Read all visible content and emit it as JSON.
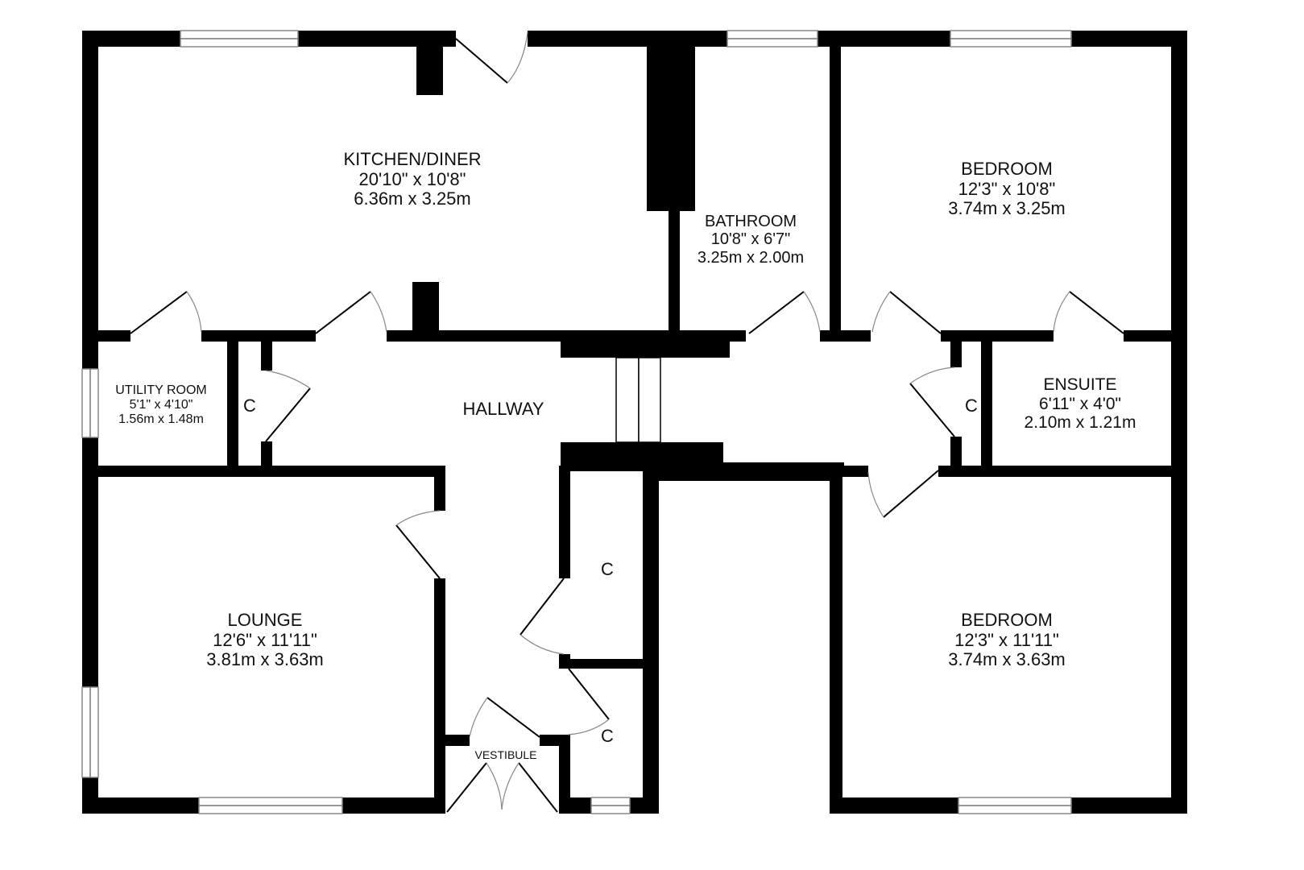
{
  "floorplan": {
    "colors": {
      "wall": "#000000",
      "background": "#ffffff",
      "text": "#111111",
      "window": "#888888"
    },
    "rooms": {
      "kitchen": {
        "name": "KITCHEN/DINER",
        "imperial": "20'10\"  x 10'8\"",
        "metric": "6.36m  x 3.25m"
      },
      "bathroom": {
        "name": "BATHROOM",
        "imperial": "10'8\"  x 6'7\"",
        "metric": "3.25m  x 2.00m"
      },
      "bedroom1": {
        "name": "BEDROOM",
        "imperial": "12'3\"  x 10'8\"",
        "metric": "3.74m  x 3.25m"
      },
      "utility": {
        "name": "UTILITY ROOM",
        "imperial": "5'1\"  x 4'10\"",
        "metric": "1.56m  x 1.48m"
      },
      "hallway": {
        "name": "HALLWAY"
      },
      "ensuite": {
        "name": "ENSUITE",
        "imperial": "6'11\"  x 4'0\"",
        "metric": "2.10m  x 1.21m"
      },
      "lounge": {
        "name": "LOUNGE",
        "imperial": "12'6\"  x 11'11\"",
        "metric": "3.81m  x 3.63m"
      },
      "bedroom2": {
        "name": "BEDROOM",
        "imperial": "12'3\"  x 11'11\"",
        "metric": "3.74m  x 3.63m"
      },
      "vestibule": {
        "name": "VESTIBULE"
      }
    },
    "cupboards": {
      "c1": "C",
      "c2": "C",
      "c3": "C",
      "c4": "C"
    }
  }
}
